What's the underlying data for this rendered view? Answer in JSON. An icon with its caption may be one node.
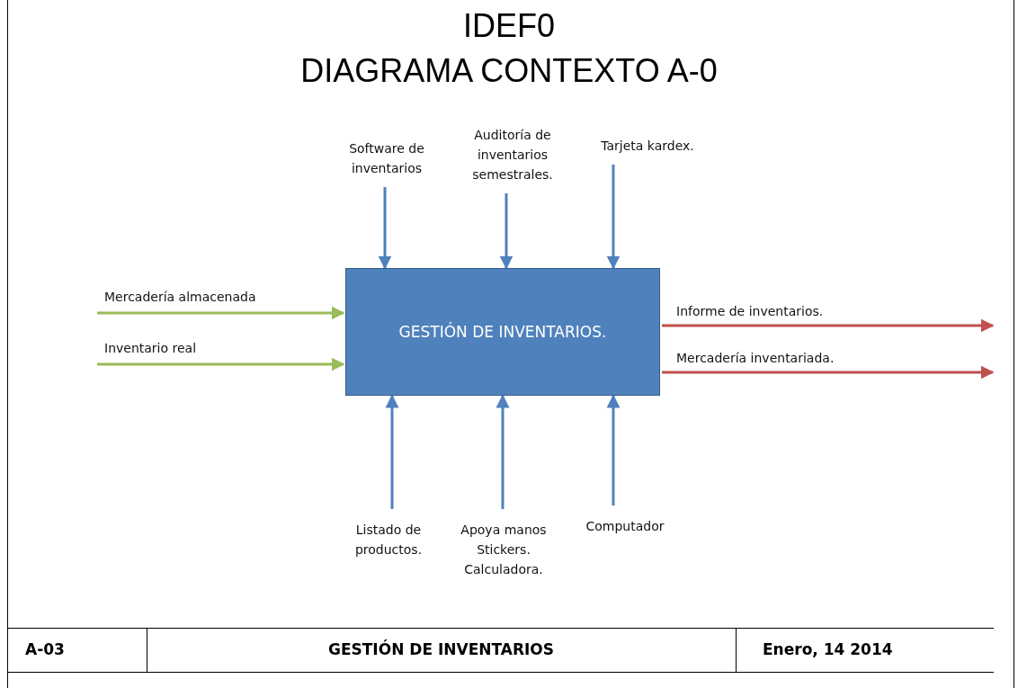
{
  "diagram": {
    "title": "IDEF0",
    "nodes": [
      {
        "text": [
          "GESTIÓN DE INVENTARIOS."
        ]
      },
      {
        "text": [
          "Software de inventarios"
        ]
      },
      {
        "text": [
          "Auditoría de inventarios semestrales."
        ]
      },
      {
        "text": [
          "Tarjeta kardex."
        ]
      },
      {
        "text": [
          "Listado de productos."
        ]
      },
      {
        "text": [
          "Apoya manos Stickers. Calculadora."
        ]
      },
      {
        "text": [
          "Computador"
        ]
      }
    ],
    "edges": [
      {
        "from": 1,
        "to": 0,
        "arrow": "to"
      },
      {
        "from": 2,
        "to": 0,
        "arrow": "to"
      },
      {
        "from": 3,
        "to": 0,
        "arrow": "to"
      },
      {
        "from": 4,
        "to": 0,
        "arrow": "to"
      },
      {
        "from": 5,
        "to": 0,
        "arrow": "to"
      },
      {
        "from": 6,
        "to": 0,
        "arrow": "to"
      },
      {
        "from": null,
        "to": 0,
        "arrow": "to",
        "label": "Mercadería almacenada",
        "color": "#9bbb59"
      },
      {
        "from": null,
        "to": 0,
        "arrow": "to",
        "label": "Inventario real",
        "color": "#9bbb59"
      },
      {
        "from": 0,
        "to": null,
        "arrow": "to",
        "label": "Informe de inventarios.",
        "color": "#c0504d"
      },
      {
        "from": 0,
        "to": null,
        "arrow": "to",
        "label": "Mercadería inventariada.",
        "color": "#c0504d"
      }
    ],
    "labels": [
      "DIAGRAMA CONTEXTO A-0",
      "A-03",
      "GESTIÓN DE INVENTARIOS",
      "Enero, 14 2014"
    ]
  }
}
